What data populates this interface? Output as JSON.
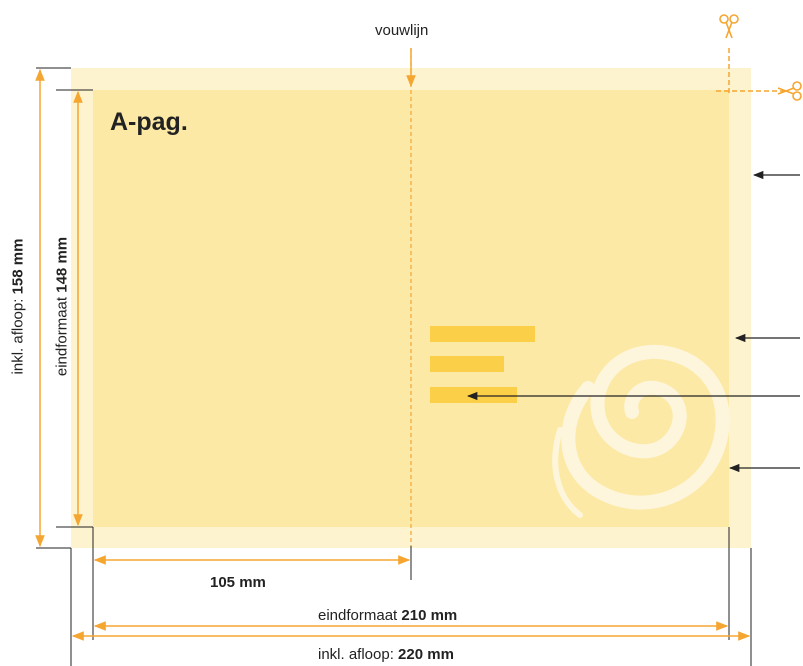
{
  "fold_label": "vouwlijn",
  "page_label": "A-pag.",
  "half_width_label": "105 mm",
  "final_width": {
    "prefix": "eindformaat ",
    "value": "210 mm"
  },
  "bleed_width": {
    "prefix": "inkl. afloop: ",
    "value": "220 mm"
  },
  "final_height": {
    "prefix": "eindformaat ",
    "value": "148 mm"
  },
  "bleed_height": {
    "prefix": "inkl. afloop: ",
    "value": "158 mm"
  },
  "colors": {
    "bleed": "#fdf3cf",
    "final": "#fde9a6",
    "accent": "#f5a631",
    "bars": "#fbcf47",
    "swirl": "#fdf6dc",
    "line": "#222222"
  },
  "icons": [
    "scissors-icon"
  ]
}
